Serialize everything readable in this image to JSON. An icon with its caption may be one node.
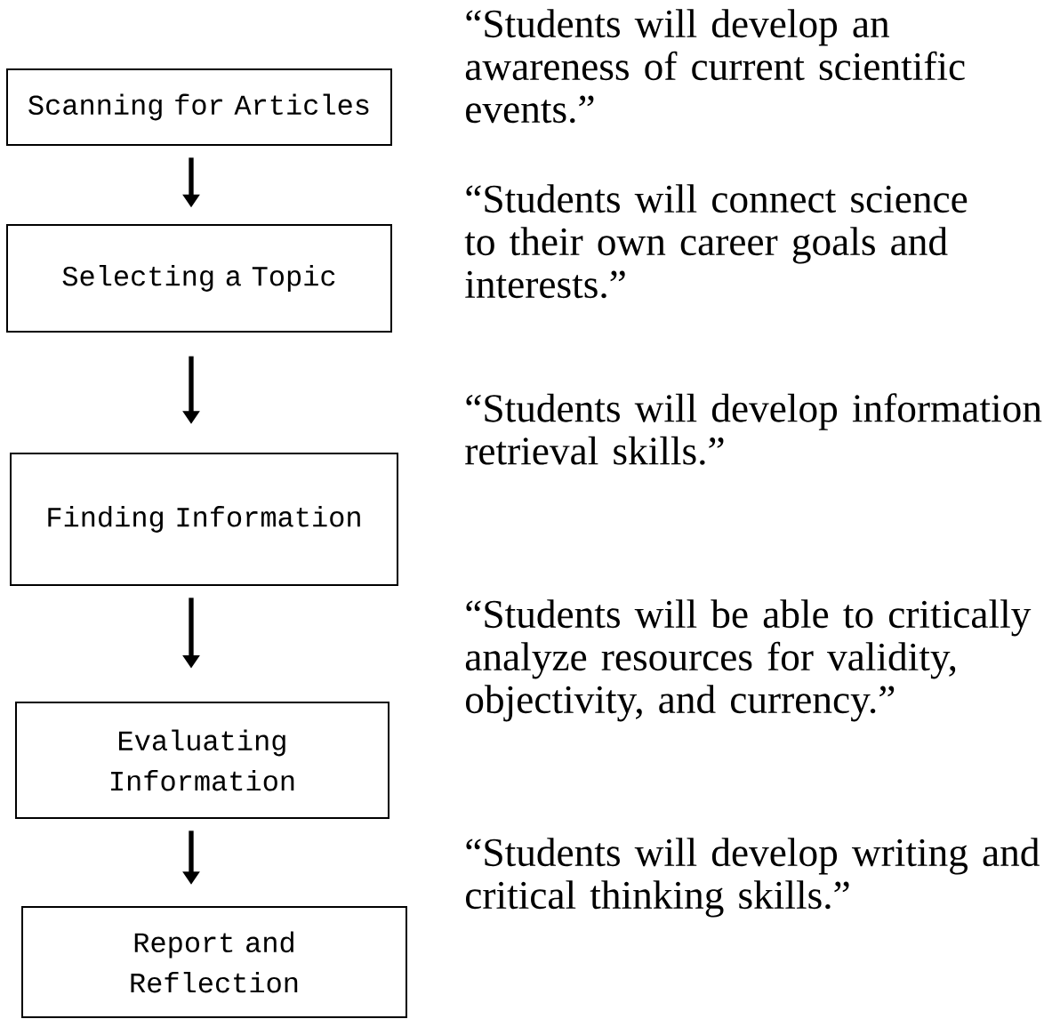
{
  "diagram": {
    "nodes": [
      {
        "text": [
          "Scanning for Articles"
        ],
        "beside": [
          "“Students will develop an awareness of current scientific events.”"
        ]
      },
      {
        "text": [
          "Selecting a Topic"
        ],
        "beside": [
          "“Students will connect science to their own career goals and interests.”"
        ]
      },
      {
        "text": [
          "Finding Information"
        ],
        "beside": [
          "“Students will develop information retrieval skills.”"
        ]
      },
      {
        "text": [
          "Evaluating Information"
        ],
        "beside": [
          "“Students will be able to critically analyze resources for validity, objectivity, and currency.”"
        ]
      },
      {
        "text": [
          "Report and Reflection"
        ],
        "beside": [
          "“Students will develop writing and critical thinking skills.”"
        ]
      }
    ],
    "edges": [
      {
        "from": 0,
        "to": 1,
        "arrow": "to"
      },
      {
        "from": 1,
        "to": 2,
        "arrow": "to"
      },
      {
        "from": 2,
        "to": 3,
        "arrow": "to"
      },
      {
        "from": 3,
        "to": 4,
        "arrow": "to"
      }
    ]
  }
}
